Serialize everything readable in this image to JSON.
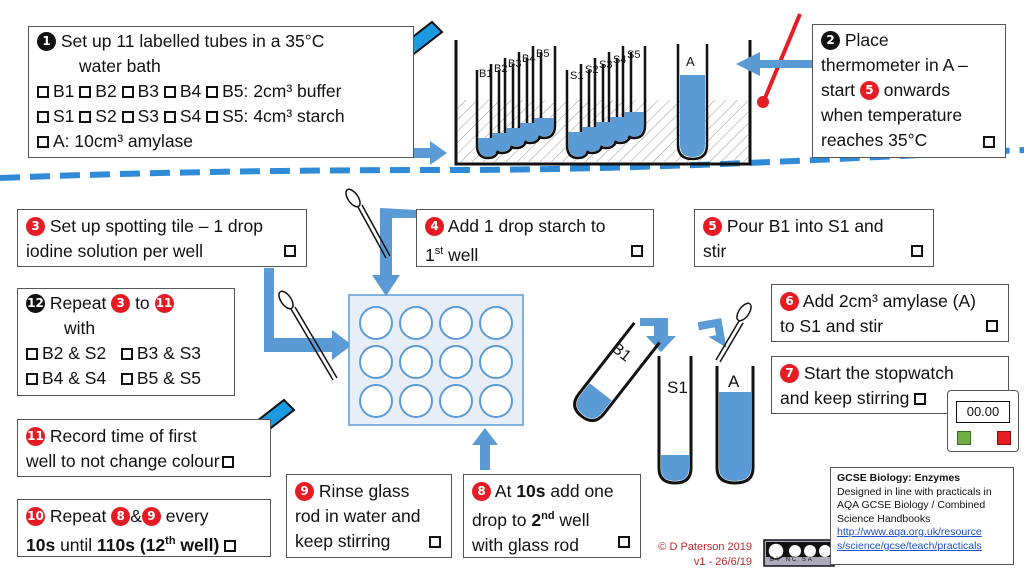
{
  "step1": {
    "num": "1",
    "line1": "Set up 11 labelled tubes in a 35°C",
    "line2": "water bath",
    "row_b": [
      "B1",
      "B2",
      "B3",
      "B4",
      "B5: 2cm³ buffer"
    ],
    "row_s": [
      "S1",
      "S2",
      "S3",
      "S4",
      "S5: 4cm³ starch"
    ],
    "row_a": "A: 10cm³ amylase"
  },
  "step2": {
    "num": "2",
    "line1": "Place",
    "line2": "thermometer in A –",
    "line3a": "start",
    "line3num": "5",
    "line3b": "onwards",
    "line4": "when temperature",
    "line5": "reaches 35°C"
  },
  "step3": {
    "num": "3",
    "line1": "Set up spotting tile – 1 drop",
    "line2": "iodine solution per well"
  },
  "step4": {
    "num": "4",
    "line1": "Add 1 drop starch to",
    "line2a": "1",
    "line2sup": "st",
    "line2b": " well"
  },
  "step5": {
    "num": "5",
    "line1": "Pour B1 into S1 and",
    "line2": "stir"
  },
  "step6": {
    "num": "6",
    "line1": "Add 2cm³ amylase (A)",
    "line2": "to S1 and stir"
  },
  "step7": {
    "num": "7",
    "line1": "Start the stopwatch",
    "line2": "and keep stirring",
    "display": "00.00"
  },
  "step8": {
    "num": "8",
    "line1a": "At ",
    "line1b": "10s",
    "line1c": " add one",
    "line2a": "drop to ",
    "line2b": "2",
    "line2sup": "nd",
    "line2c": " well",
    "line3": "with glass rod"
  },
  "step9": {
    "num": "9",
    "line1": "Rinse glass",
    "line2": "rod in water and",
    "line3": "keep stirring"
  },
  "step10": {
    "num": "10",
    "line1a": "Repeat",
    "n8": "8",
    "amp": "&",
    "n9": "9",
    "line1b": "every",
    "line2a": "10s",
    "line2b": " until ",
    "line2c": "110s (12",
    "line2sup": "th",
    "line2d": " well)"
  },
  "step11": {
    "num": "11",
    "line1": "Record time of first",
    "line2": "well to not change colour"
  },
  "step12": {
    "num": "12",
    "line1a": "Repeat",
    "n3": "3",
    "to": "to",
    "n11": "11",
    "line2": "with",
    "pairs": [
      "B2 & S2",
      "B3 & S3",
      "B4 & S4",
      "B5 & S5"
    ]
  },
  "tubes": {
    "b_labels": [
      "B1",
      "B2",
      "B3",
      "B4",
      "B5"
    ],
    "s_labels": [
      "S1",
      "S2",
      "S3",
      "S4",
      "S5"
    ],
    "a_label": "A",
    "b1_label": "B1",
    "s1_label": "S1",
    "a2_label": "A"
  },
  "credit": {
    "line1": "© D Paterson 2019",
    "line2": "v1 -  26/6/19"
  },
  "info": {
    "title": "GCSE Biology: Enzymes",
    "line1": "Designed in line with practicals in",
    "line2": "AQA GCSE Biology / Combined",
    "line3": "Science Handbooks",
    "link1": "http://www.aqa.org.uk/resource",
    "link2": "s/science/gcse/teach/practicals"
  },
  "license": {
    "text": "BY NC SA"
  },
  "colors": {
    "blue": "#5b9bd5",
    "red": "#e51c23",
    "dashed": "#2f8ad8",
    "green": "#70ad47"
  }
}
